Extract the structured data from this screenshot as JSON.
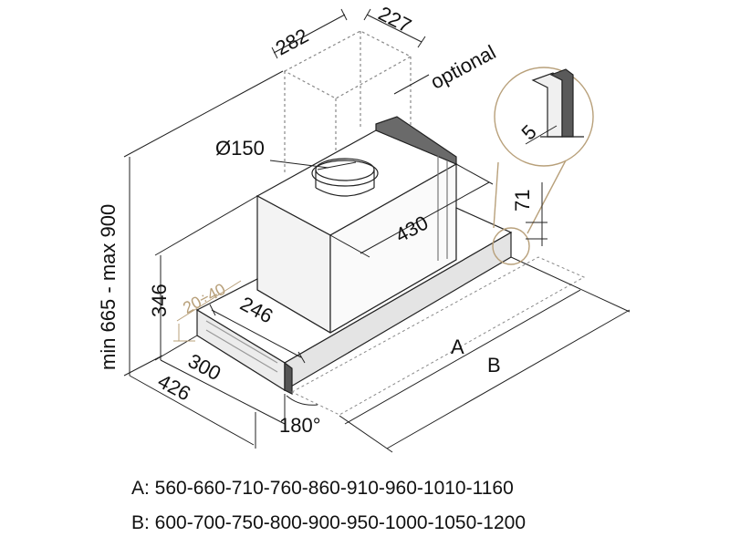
{
  "labels": {
    "chimney_depth": "282",
    "chimney_width": "227",
    "optional": "optional",
    "duct_diameter": "Ø150",
    "top_depth": "430",
    "inner_depth": "246",
    "hood_height": "346",
    "height_range": "min 665 - max 900",
    "front_depth": "300",
    "total_depth": "426",
    "rotation": "180°",
    "gap_range": "20÷40",
    "detail_5": "5",
    "detail_71": "71",
    "width_a": "A",
    "width_b": "B"
  },
  "legend": {
    "a": "A: 560-660-710-760-860-910-960-1010-1160",
    "b": "B: 600-700-750-800-900-950-1000-1050-1200"
  },
  "colors": {
    "line": "#222222",
    "dashed": "#888888",
    "gold": "#b8a07a",
    "metal": "#5a5a5a"
  }
}
